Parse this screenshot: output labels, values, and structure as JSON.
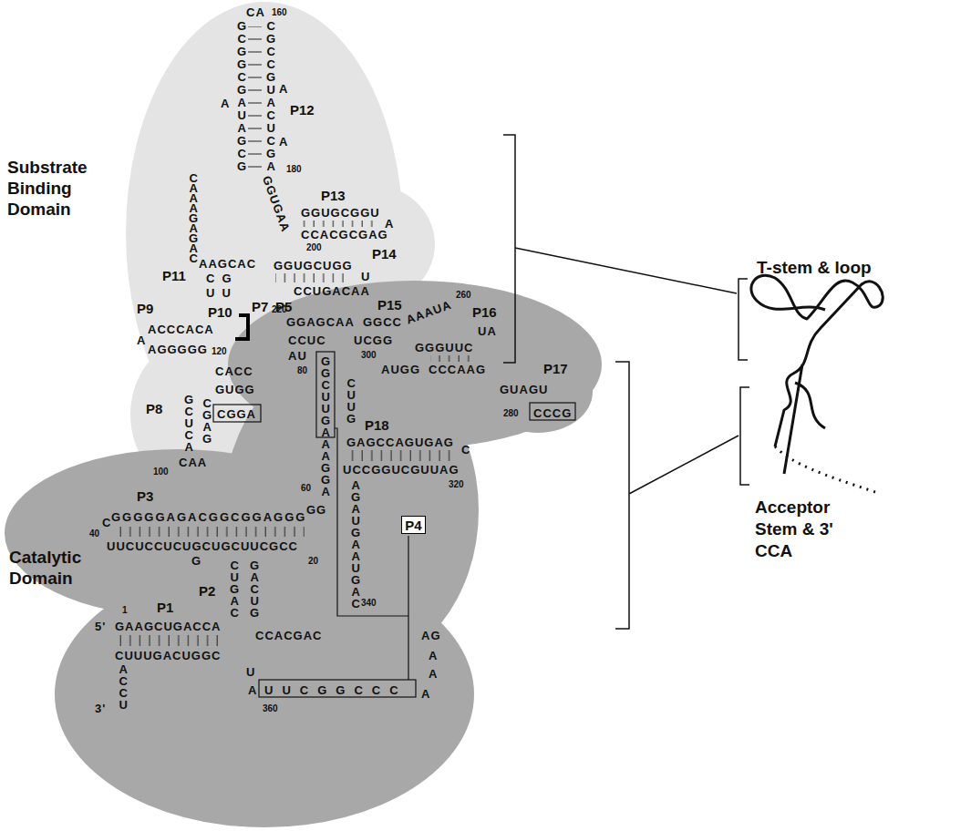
{
  "diagram": {
    "nodes": [
      {
        "text": [
          "Substrate Binding Domain"
        ]
      },
      {
        "text": [
          "Catalytic Domain"
        ]
      },
      {
        "text": [
          "P4"
        ],
        "in": 1
      }
    ],
    "labels": [
      "CA",
      "160",
      "GCGGCGAUAGCG",
      "CGCCGUACUCGA",
      "A",
      "A",
      "A",
      "P12",
      "180",
      "CAAAGAGAC",
      "AAGCAC",
      "GGUGAA",
      "P13",
      "GGUGCGGU",
      "A",
      "CCACGCGAG",
      "200",
      "P14",
      "GGUGCUGG",
      "U",
      "CCUGACAA",
      "220",
      "P11",
      "CG",
      "UU",
      "P10",
      "P9",
      "ACCCACA",
      "A",
      "AGGGGG",
      "120",
      "P7",
      "P5",
      "CACC",
      "GUGG",
      "P8",
      "GCUCA",
      "CGAG",
      "CGGA",
      "CAA",
      "100",
      "GGAGCAA",
      "CCUC",
      "AU",
      "80",
      "GGCUUGAAAGGA",
      "60",
      "GG",
      "P15",
      "GGCC",
      "UCGG",
      "300",
      "CUUG",
      "AAAUA",
      "260",
      "P16",
      "GGGUUC",
      "UA",
      "AUGG",
      "CCCAAG",
      "GUAGU",
      "P17",
      "CCCG",
      "280",
      "P18",
      "GAGCCAGUGAG",
      "C",
      "UCCGGUCGUUAG",
      "320",
      "AGAUGAAUGAC",
      "340",
      "P3",
      "C",
      "GGGGGAGACGGCGGAGGG",
      "40",
      "UUCUCCUCUGCUGCUUCGCC",
      "G",
      "20",
      "P2",
      "CUGAC",
      "GACUG",
      "P1",
      "1",
      "5'",
      "GAAGCUGACCA",
      "CUUUGACUGGC",
      "ACCU",
      "3'",
      "CCACGAC",
      "AG",
      "A",
      "A",
      "A",
      "U",
      "A",
      "UUCGGCCC",
      "360",
      "T-stem & loop",
      "Acceptor Stem & 3' CCA"
    ]
  }
}
